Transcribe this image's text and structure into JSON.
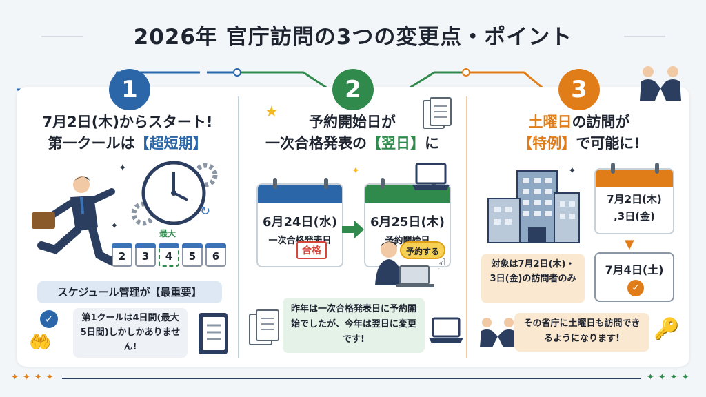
{
  "title": "2026年 官庁訪問の3つの変更点・ポイント",
  "colors": {
    "blue": "#2a66a8",
    "green": "#2f8a4c",
    "orange": "#e07d19",
    "navy": "#2c3e60"
  },
  "points": [
    {
      "number": "1",
      "heading_line1": "7月2日(木)からスタート!",
      "heading_line2_prefix": "第一クールは",
      "heading_line2_accent": "【超短期】",
      "max_label": "最大",
      "days": [
        "2",
        "3",
        "4",
        "5",
        "6"
      ],
      "banner": "スケジュール管理が【最重要】",
      "note": "第1クールは4日間(最大5日間)しかしかありません!",
      "icons": [
        "running-businessman-icon",
        "clock-icon",
        "gear-icon",
        "calendar-icon",
        "checkmark-icon",
        "handshake-hand-icon",
        "notebook-icon"
      ]
    },
    {
      "number": "2",
      "heading_line1": "予約開始日が",
      "heading_line2_prefix": "一次合格発表の",
      "heading_line2_accent": "【翌日】",
      "heading_line2_suffix": "に",
      "cal_left_date": "6月24日(水)",
      "cal_left_label": "一次合格発表日",
      "stamp": "合格",
      "cal_right_date": "6月25日(木)",
      "cal_right_label": "予約開始日",
      "reserve_button": "予約する",
      "note": "昨年は一次合格発表日に予約開始でしたが、今年は翌日に変更です!",
      "icons": [
        "document-icon",
        "laptop-icon",
        "arrow-right-icon",
        "person-at-laptop-icon",
        "cursor-icon"
      ]
    },
    {
      "number": "3",
      "heading_line1_accent": "土曜日",
      "heading_line1_suffix": "の訪問が",
      "heading_line2_accent": "【特例】",
      "heading_line2_suffix": "で可能に!",
      "cal_top_line1": "7月2日(木)",
      "cal_top_line2": ",3日(金)",
      "cal_bottom": "7月4日(土)",
      "target_note": "対象は7月2日(木)・3日(金)の訪問者のみ",
      "note": "その省庁に土曜日も訪問できるようになります!",
      "icons": [
        "government-building-icon",
        "handshake-icon",
        "key-icon",
        "checkmark-icon"
      ]
    }
  ]
}
